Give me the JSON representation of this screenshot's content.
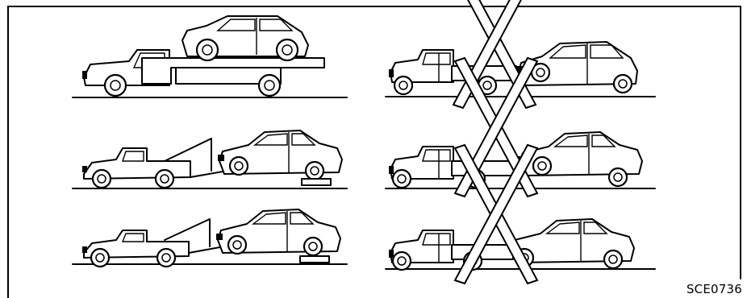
{
  "figure": {
    "code": "SCE0736",
    "panels": [
      {
        "id": "flatbed",
        "column": "left",
        "row": 1,
        "status": "allowed"
      },
      {
        "id": "wheel-lift-front",
        "column": "left",
        "row": 2,
        "status": "allowed"
      },
      {
        "id": "wheel-lift-rear-with-dollies",
        "column": "left",
        "row": 3,
        "status": "allowed"
      },
      {
        "id": "sling-front",
        "column": "right",
        "row": 1,
        "status": "prohibited"
      },
      {
        "id": "sling-rear",
        "column": "right",
        "row": 2,
        "status": "prohibited"
      },
      {
        "id": "wheel-lift-no-dollies",
        "column": "right",
        "row": 3,
        "status": "prohibited"
      }
    ],
    "colors": {
      "line": "#000000",
      "background": "#ffffff"
    }
  }
}
